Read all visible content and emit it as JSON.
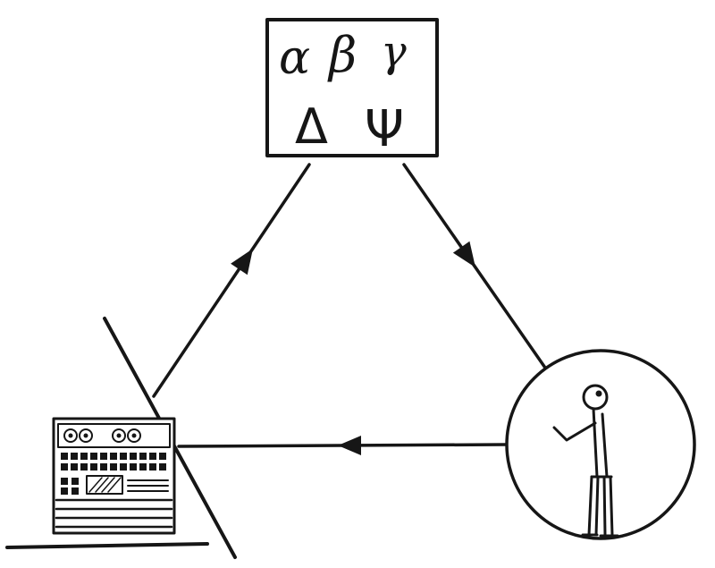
{
  "diagram": {
    "description": "Hand-drawn cycle diagram linking a box of formal symbols, a machine, and a human",
    "symbol_box": {
      "row1": [
        "α",
        "β",
        "γ"
      ],
      "row2": [
        "Δ",
        "Ψ"
      ]
    },
    "nodes": [
      "symbol-box",
      "machine",
      "human"
    ],
    "arrows": [
      {
        "from": "machine",
        "to": "symbol-box"
      },
      {
        "from": "symbol-box",
        "to": "human"
      },
      {
        "from": "human",
        "to": "machine"
      }
    ],
    "colors": {
      "ink": "#161616",
      "paper": "#ffffff"
    }
  }
}
